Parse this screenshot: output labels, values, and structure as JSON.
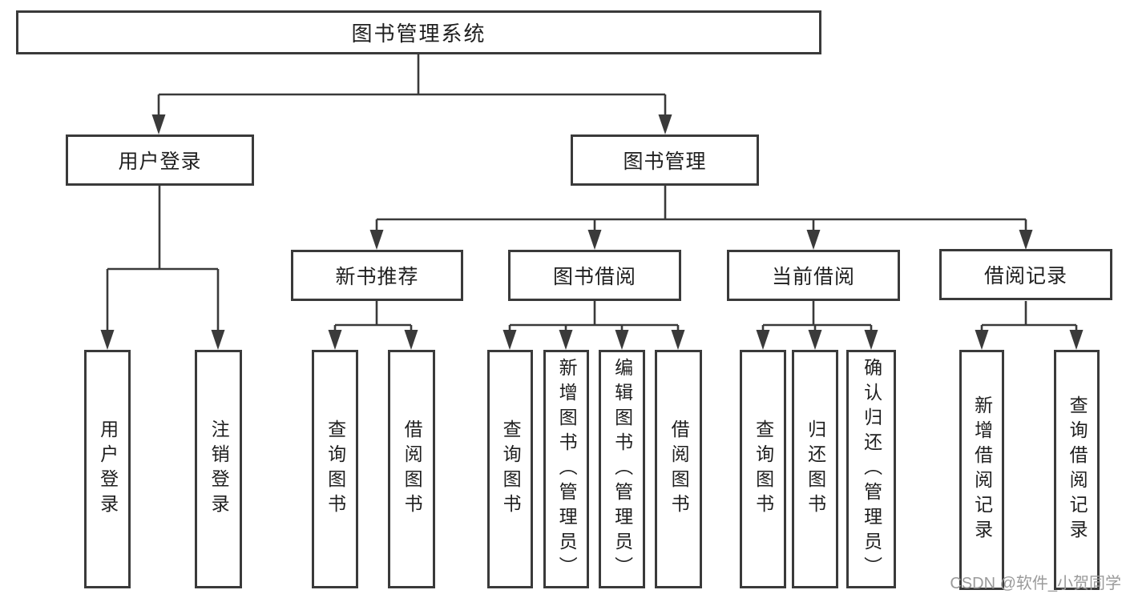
{
  "diagram": {
    "title": "图书管理系统",
    "level2": [
      {
        "label": "用户登录"
      },
      {
        "label": "图书管理"
      }
    ],
    "level3": [
      {
        "label": "新书推荐",
        "parent": "图书管理"
      },
      {
        "label": "图书借阅",
        "parent": "图书管理"
      },
      {
        "label": "当前借阅",
        "parent": "图书管理"
      },
      {
        "label": "借阅记录",
        "parent": "图书管理"
      }
    ],
    "leaves": [
      {
        "label": "用户登录",
        "parent": "用户登录"
      },
      {
        "label": "注销登录",
        "parent": "用户登录"
      },
      {
        "label": "查询图书",
        "parent": "新书推荐"
      },
      {
        "label": "借阅图书",
        "parent": "新书推荐"
      },
      {
        "label": "查询图书",
        "parent": "图书借阅"
      },
      {
        "label": "新增图书（管理员）",
        "parent": "图书借阅"
      },
      {
        "label": "编辑图书（管理员）",
        "parent": "图书借阅"
      },
      {
        "label": "借阅图书",
        "parent": "图书借阅"
      },
      {
        "label": "查询图书",
        "parent": "当前借阅"
      },
      {
        "label": "归还图书",
        "parent": "当前借阅"
      },
      {
        "label": "确认归还（管理员）",
        "parent": "当前借阅"
      },
      {
        "label": "新增借阅记录",
        "parent": "借阅记录"
      },
      {
        "label": "查询借阅记录",
        "parent": "借阅记录"
      }
    ],
    "watermark": "CSDN @软件_小贺同学",
    "colors": {
      "line": "#3a3a3a",
      "text": "#1f1f1f",
      "watermark": "#9a9a9a",
      "background": "#ffffff"
    }
  }
}
